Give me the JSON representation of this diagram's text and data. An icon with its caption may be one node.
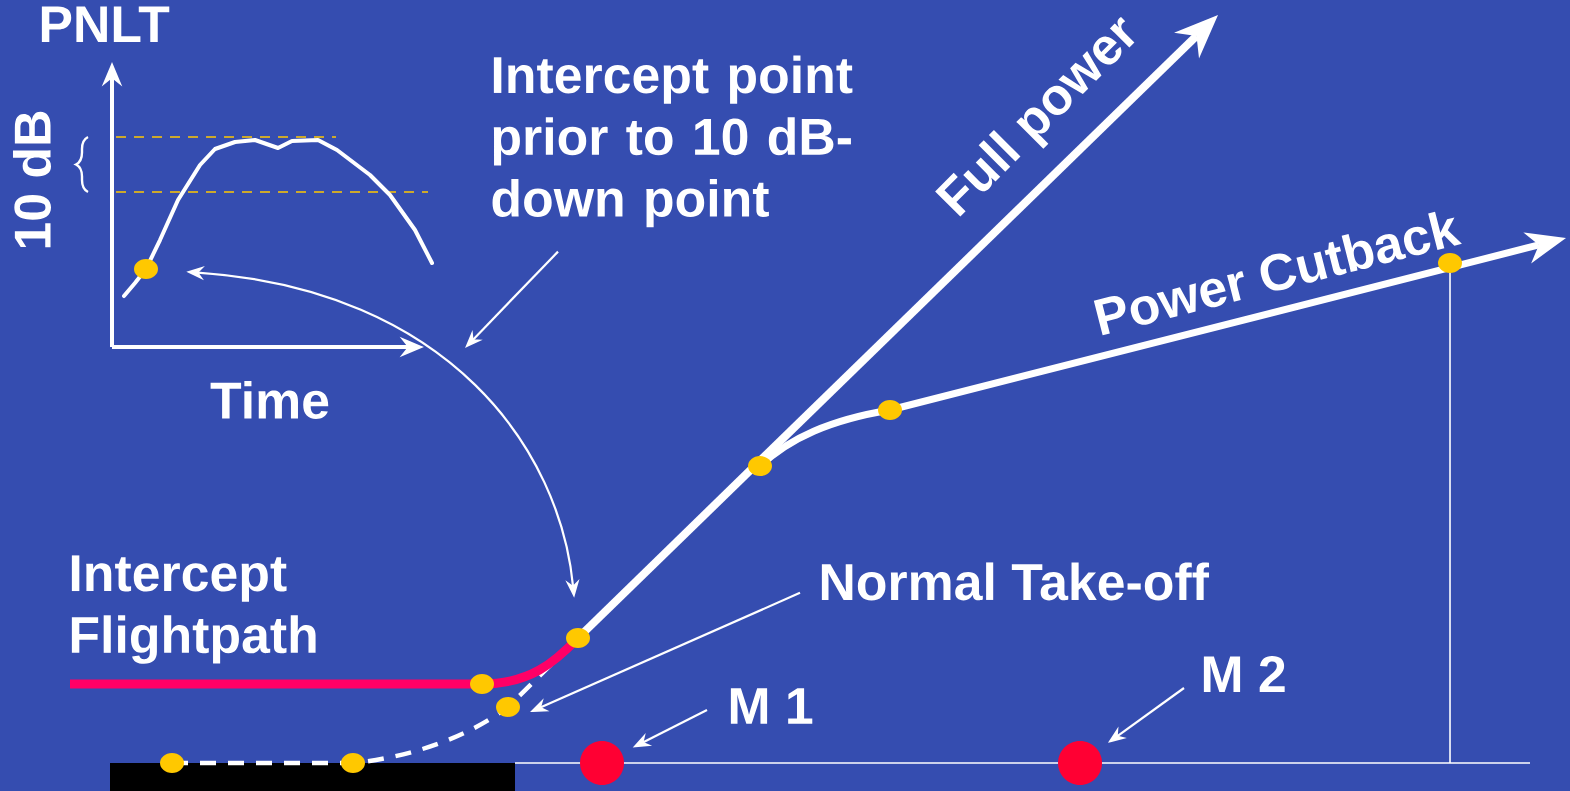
{
  "diagram": {
    "nodes": [
      {
        "text": [
          "Intercept point prior to 10 dB-down point"
        ]
      },
      {
        "text": [
          "Normal Take-off"
        ]
      },
      {
        "text": [
          "M 1"
        ]
      },
      {
        "text": [],
        "shape": "circle"
      },
      {
        "text": [
          "M 2"
        ]
      },
      {
        "text": [],
        "shape": "circle"
      },
      {
        "text": [],
        "shape": "circle"
      },
      {
        "text": [],
        "shape": "circle"
      }
    ],
    "edges": [
      {
        "from": 0,
        "to": null,
        "arrow": "to"
      },
      {
        "from": 1,
        "to": null,
        "arrow": "to"
      },
      {
        "from": 2,
        "to": 3,
        "arrow": "to"
      },
      {
        "from": 4,
        "to": 5,
        "arrow": "to"
      },
      {
        "from": 6,
        "to": 7,
        "arrow": "both"
      }
    ],
    "labels": [
      "PNLT",
      "10 dB",
      "Time",
      "Full power",
      "Power Cutback",
      "Intercept Flightpath"
    ]
  }
}
